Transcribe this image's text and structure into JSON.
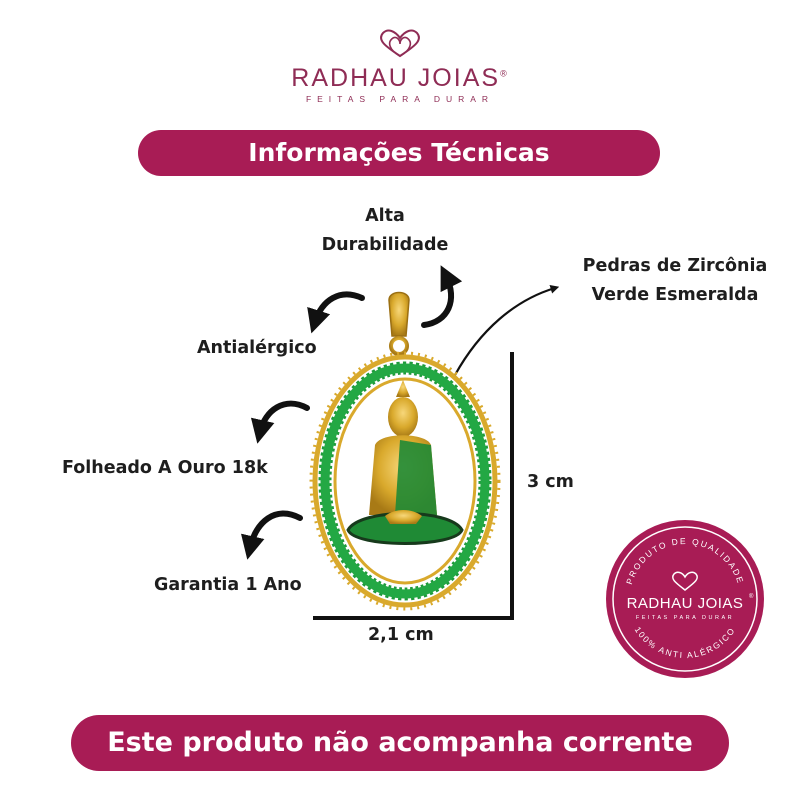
{
  "brand": {
    "name": "RADHAU JOIAS",
    "registered_mark": "®",
    "tagline": "FEITAS PARA DURAR"
  },
  "header": {
    "title": "Informações Técnicas"
  },
  "features": {
    "durability": [
      "Alta",
      "Durabilidade"
    ],
    "stones": [
      "Pedras de Zircônia",
      "Verde Esmeralda"
    ],
    "hypoallergenic": "Antialérgico",
    "plating": "Folheado A Ouro 18k",
    "warranty": "Garantia 1 Ano"
  },
  "dimensions": {
    "height": "3 cm",
    "width": "2,1 cm"
  },
  "seal": {
    "top_text": "PRODUTO DE QUALIDADE",
    "brand": "RADHAU JOIAS",
    "registered_mark": "®",
    "tagline": "FEITAS PARA DURAR",
    "bottom_text": "100% ANTI ALÉRGICO"
  },
  "footer": {
    "notice": "Este produto não acompanha corrente"
  },
  "colors": {
    "brand_magenta": "#a81c55",
    "logo_purple": "#8f2c55",
    "gold": "#d9a92c",
    "emerald": "#1f9a3a"
  }
}
